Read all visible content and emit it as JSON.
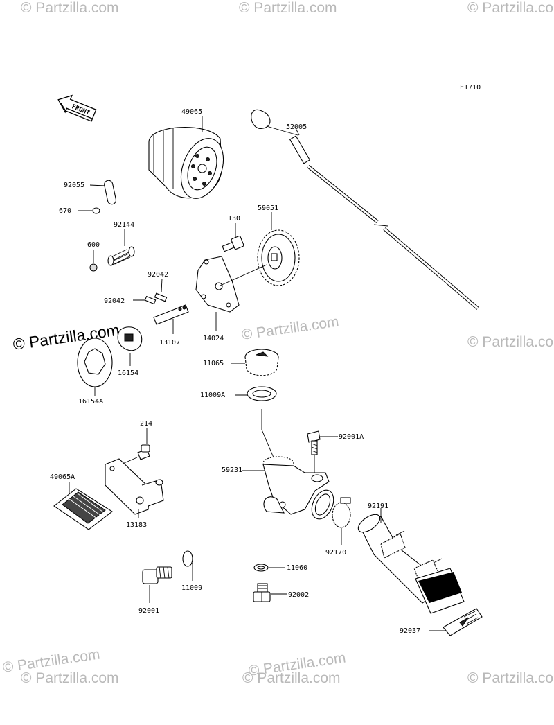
{
  "diagram_code": "E1710",
  "front_arrow_label": "FRONT",
  "watermark_text": "© Partzilla.com",
  "watermark_color": "#b9b9b9",
  "callouts": {
    "oil_filter": "49065",
    "oil_filter_alt": "49065A",
    "dipstick": "52005",
    "oring_92055": "92055",
    "oring_670": "670",
    "spring": "92144",
    "ball": "600",
    "pump_gear": "59051",
    "bolt_130": "130",
    "pin_92042_a": "92042",
    "pin_92042_b": "92042",
    "shaft": "13107",
    "cover": "14024",
    "rotor_inner": "16154",
    "rotor_outer": "16154A",
    "cap": "11065",
    "gasket_11009a": "11009A",
    "bolt_92001a": "92001A",
    "bolt_214": "214",
    "filler_pipe": "59231",
    "plate": "13183",
    "hose": "92191",
    "clamp": "92170",
    "drain_bolt": "92001",
    "gasket_11009": "11009",
    "washer": "11060",
    "plug": "92002",
    "band": "92037"
  }
}
